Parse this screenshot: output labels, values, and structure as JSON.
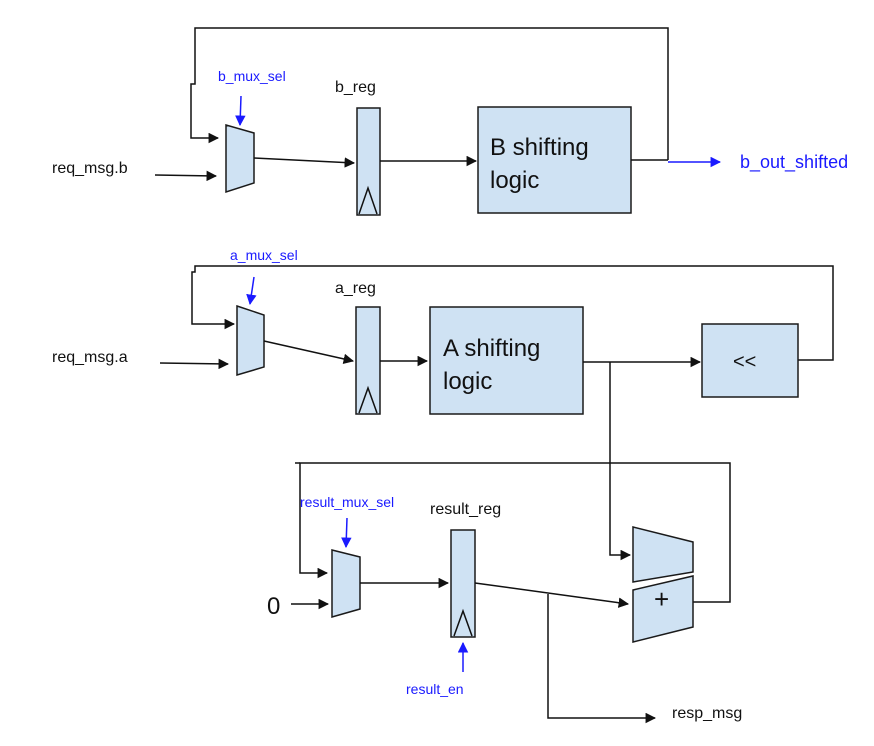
{
  "colors": {
    "block_fill": "#cfe2f3",
    "control_blue": "#1a1aff",
    "wire_black": "#111111"
  },
  "labels": {
    "b_mux_sel": "b_mux_sel",
    "b_reg": "b_reg",
    "req_msg_b": "req_msg.b",
    "b_shift_1": "B shifting",
    "b_shift_2": "logic",
    "b_out_shifted": "b_out_shifted",
    "a_mux_sel": "a_mux_sel",
    "a_reg": "a_reg",
    "req_msg_a": "req_msg.a",
    "a_shift_1": "A shifting",
    "a_shift_2": "logic",
    "shift_left": "<<",
    "result_mux_sel": "result_mux_sel",
    "result_reg": "result_reg",
    "zero": "0",
    "plus": "+",
    "result_en": "result_en",
    "resp_msg": "resp_msg"
  }
}
